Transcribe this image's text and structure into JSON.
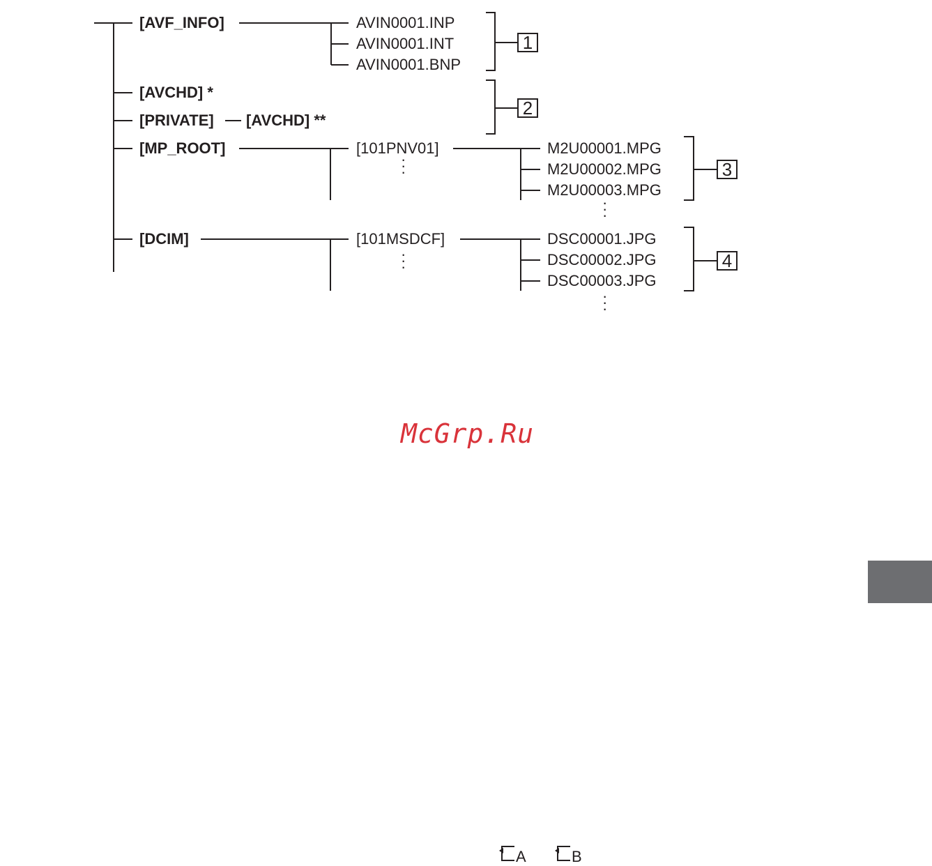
{
  "tree": {
    "level1": {
      "avf_info": "[AVF_INFO]",
      "avchd": "[AVCHD]",
      "avchd_mark": "*",
      "private": "[PRIVATE]",
      "private_avchd": "[AVCHD]",
      "private_avchd_mark": "**",
      "mp_root": "[MP_ROOT]",
      "dcim": "[DCIM]"
    },
    "avf_files": [
      "AVIN0001.INP",
      "AVIN0001.INT",
      "AVIN0001.BNP"
    ],
    "mp_root_folder": "[101PNV01]",
    "mpg_files": [
      "M2U00001.MPG",
      "M2U00002.MPG",
      "M2U00003.MPG"
    ],
    "dcim_folder": "[101MSDCF]",
    "jpg_files": [
      "DSC00001.JPG",
      "DSC00002.JPG",
      "DSC00003.JPG"
    ],
    "group_labels": [
      "1",
      "2",
      "3",
      "4"
    ]
  },
  "watermark": "McGrp.Ru",
  "footer_icons": [
    {
      "icon": "memory-card-slot-icon",
      "letter": "A"
    },
    {
      "icon": "memory-card-slot-icon",
      "letter": "B"
    }
  ],
  "colors": {
    "ink": "#231f20",
    "watermark": "#d9333a",
    "tab": "#6d6e71"
  }
}
